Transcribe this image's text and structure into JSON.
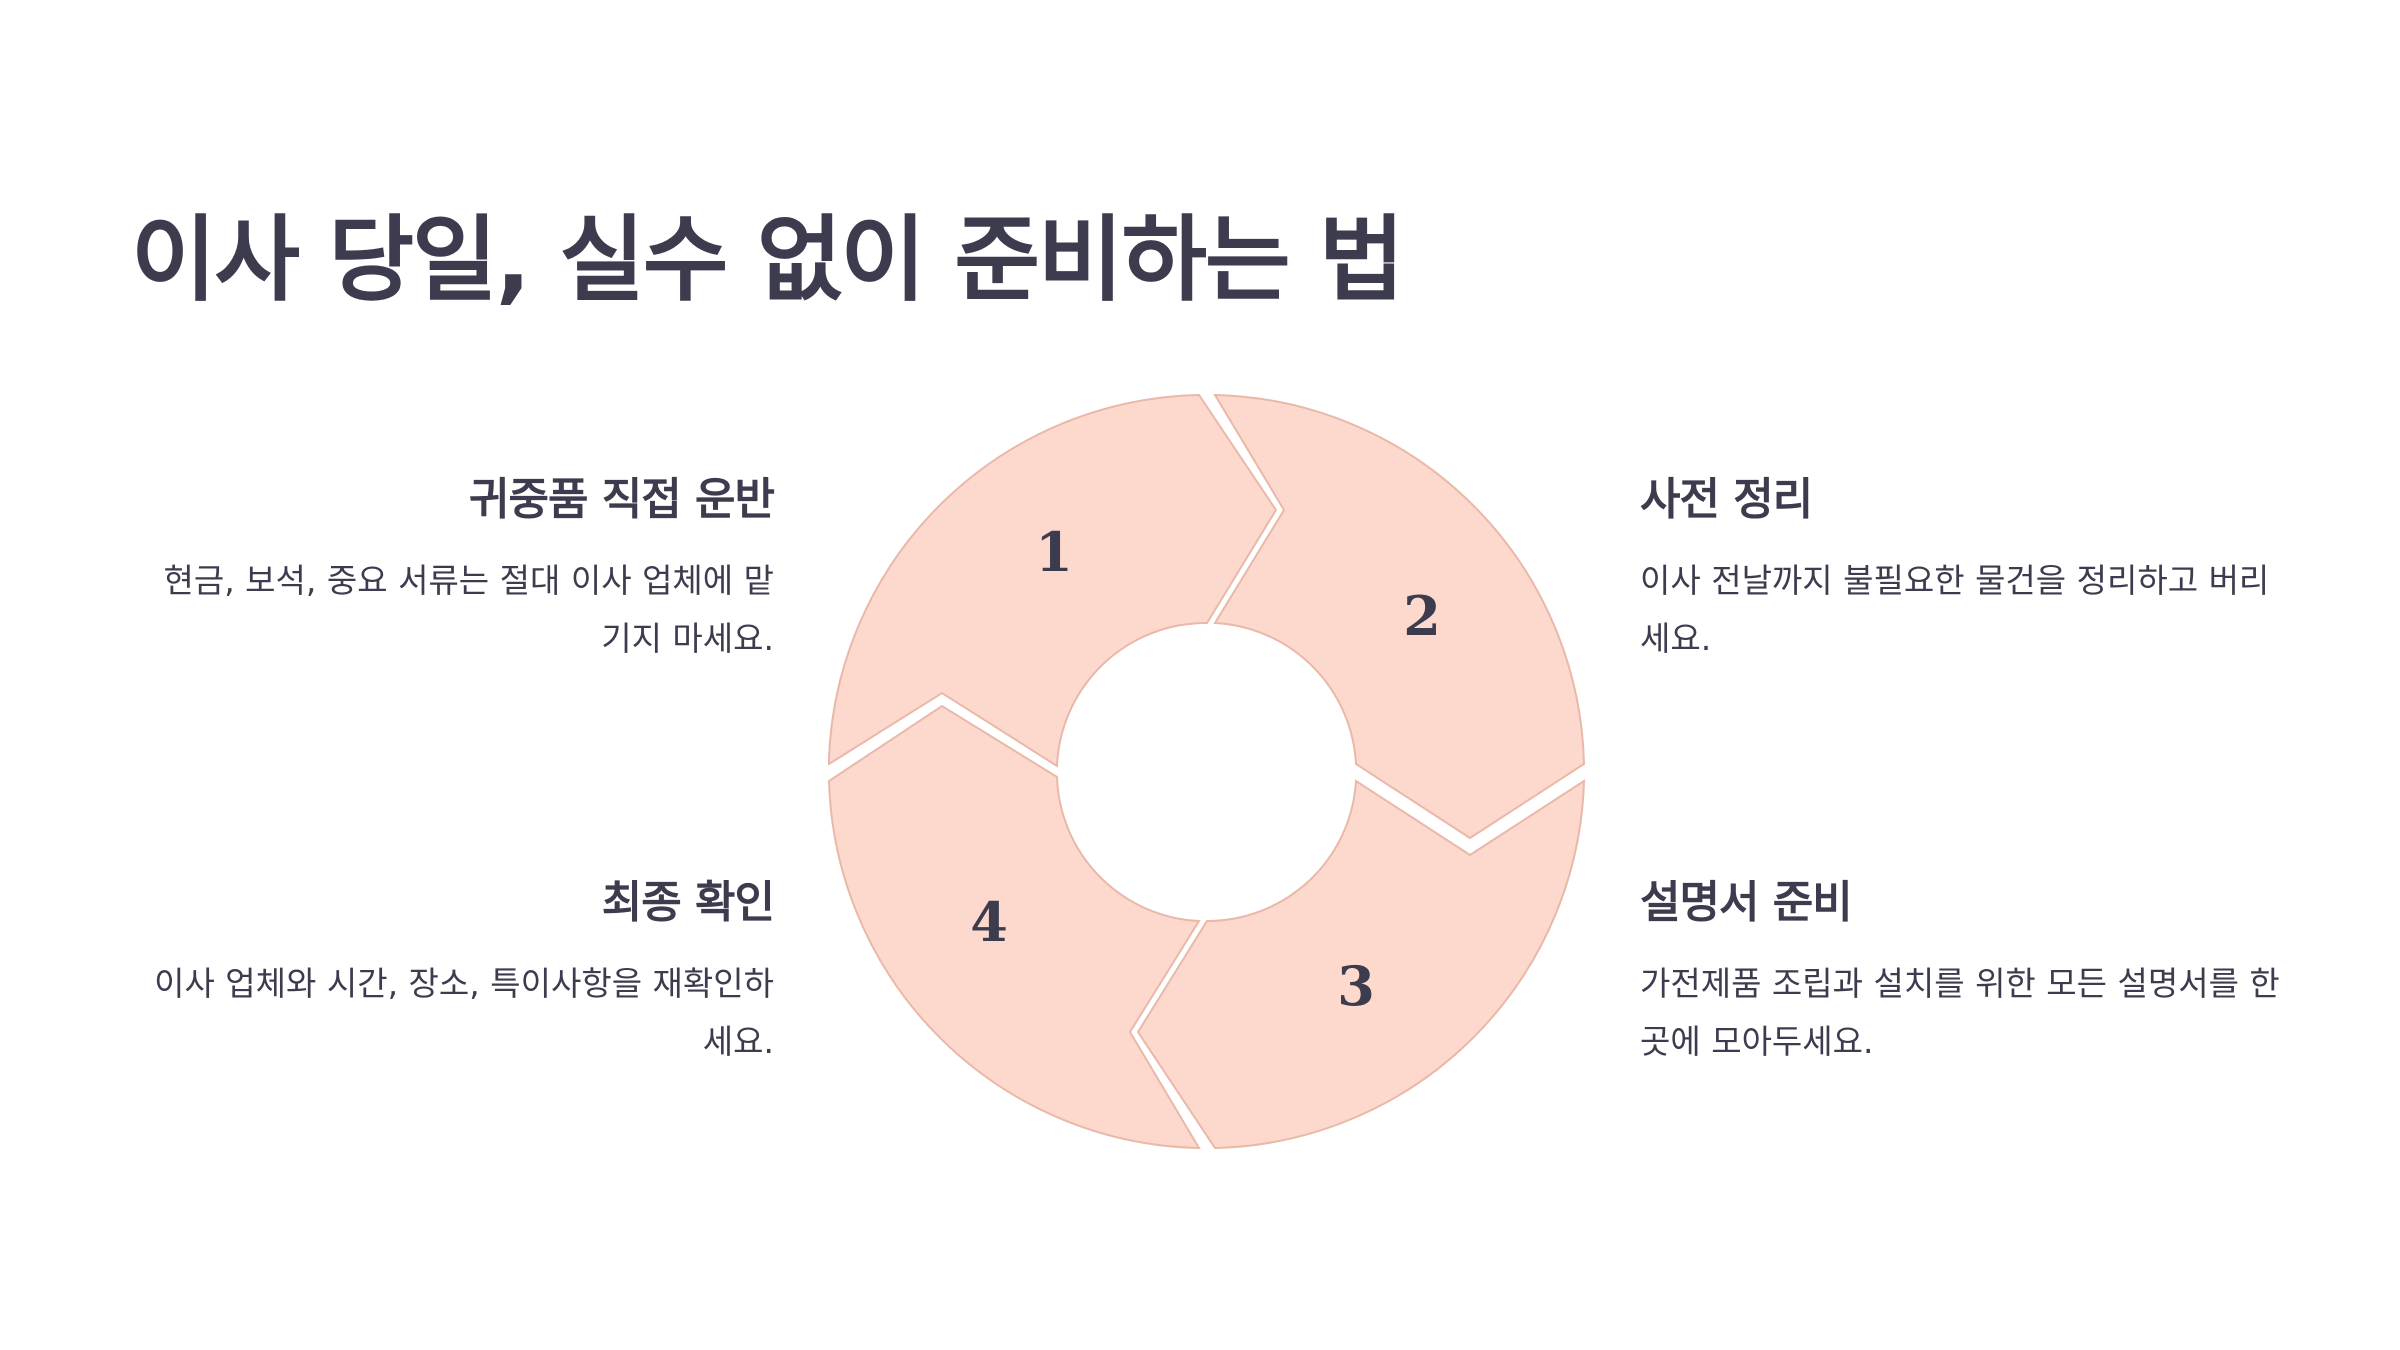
{
  "title": "이사 당일, 실수 없이 준비하는 법",
  "steps": [
    {
      "number": "1",
      "heading": "귀중품 직접 운반",
      "body": "현금, 보석, 중요 서류는 절대 이사 업체에 맡기지 마세요."
    },
    {
      "number": "2",
      "heading": "사전 정리",
      "body": "이사 전날까지 불필요한 물건을 정리하고 버리세요."
    },
    {
      "number": "3",
      "heading": "설명서 준비",
      "body": "가전제품 조립과 설치를 위한 모든 설명서를 한 곳에 모아두세요."
    },
    {
      "number": "4",
      "heading": "최종 확인",
      "body": "이사 업체와 시간, 장소, 특이사항을 재확인하세요."
    }
  ],
  "colors": {
    "segment_fill": "#fdd9cd",
    "segment_stroke": "#e9b8a8",
    "text": "#3d3b4e",
    "background": "#ffffff"
  }
}
